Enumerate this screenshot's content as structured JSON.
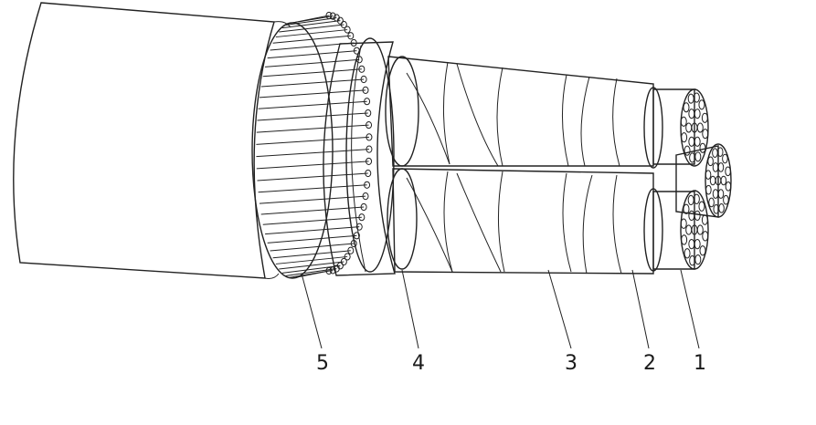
{
  "diagram": {
    "callouts": [
      {
        "label": "5"
      },
      {
        "label": "4"
      },
      {
        "label": "3"
      },
      {
        "label": "2"
      },
      {
        "label": "1"
      }
    ],
    "colors": {
      "outline": "#222222",
      "sheath_shade": "#e6e6e6",
      "insulation_shade": "#d9d9d9",
      "background": "#ffffff"
    }
  }
}
